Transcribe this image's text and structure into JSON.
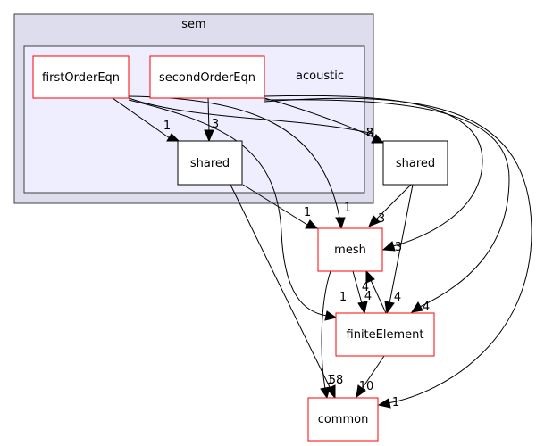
{
  "clusters": {
    "outer_label": "sem",
    "inner_label": "acoustic"
  },
  "nodes": {
    "first_order": "firstOrderEqn",
    "second_order": "secondOrderEqn",
    "inner_shared": "shared",
    "outer_shared": "shared",
    "mesh": "mesh",
    "finite_element": "finiteElement",
    "common": "common"
  },
  "edge_labels": {
    "first_to_inner_shared": "1",
    "second_to_inner_shared": "3",
    "to_outer_shared": "2",
    "to_outer_shared_overlap": "8",
    "inner_shared_to_mesh": "1",
    "first_to_mesh": "1",
    "outer_shared_to_mesh": "3",
    "mesh_to_second": "3",
    "mesh_to_fe_a": "4",
    "mesh_to_fe_b": "4",
    "first_to_fe": "1",
    "outer_shared_to_fe": "4",
    "second_to_fe": "4",
    "mesh_to_common": "58",
    "mesh_to_common_overlap": "1",
    "fe_to_common": "10",
    "second_to_common": "1"
  },
  "colors": {
    "outer_cluster_fill": "#ddddee",
    "inner_cluster_fill": "#eeeeff",
    "highlight_border": "#ff0000",
    "plain_border": "#000000"
  }
}
